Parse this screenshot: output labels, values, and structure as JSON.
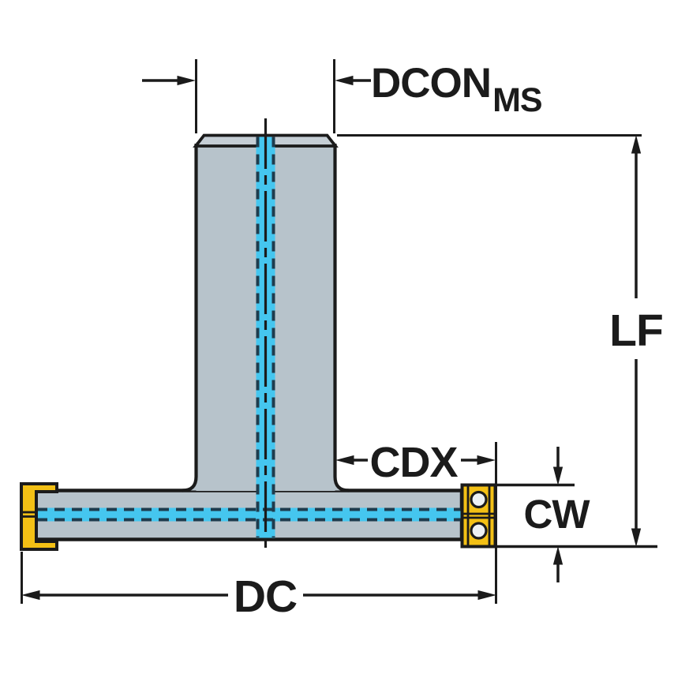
{
  "drawing": {
    "description": "Technical dimension drawing of a T-shaped slot milling cutter with coolant channel highlighted and indexable inserts",
    "labels": {
      "dcon": "DCON",
      "dcon_sub": "MS",
      "lf": "LF",
      "cdx": "CDX",
      "cw": "CW",
      "dc": "DC"
    },
    "colors": {
      "background": "#ffffff",
      "body": "#b7c3cb",
      "body_top": "#c5ced5",
      "outline": "#1b1b1b",
      "coolant": "#45c6ef",
      "coolant_dash": "#1e3c4e",
      "insert": "#f3c015",
      "hole": "#edf1f4"
    }
  }
}
